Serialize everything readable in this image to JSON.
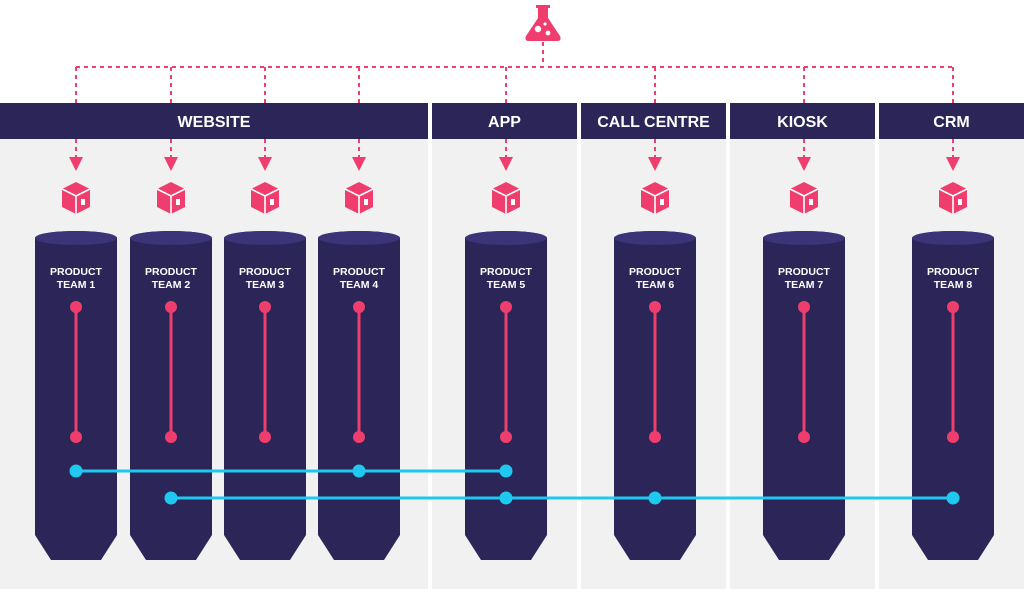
{
  "colors": {
    "header": "#2b2558",
    "column": "#2b2558",
    "panel": "#f1f1f2",
    "accent": "#ef3e6d",
    "link": "#1ec8ee",
    "text": "#ffffff"
  },
  "top_icon": "flask-icon",
  "box_icon": "package-icon",
  "channels": [
    {
      "id": "website",
      "label": "WEBSITE"
    },
    {
      "id": "app",
      "label": "APP"
    },
    {
      "id": "call-centre",
      "label": "CALL CENTRE"
    },
    {
      "id": "kiosk",
      "label": "KIOSK"
    },
    {
      "id": "crm",
      "label": "CRM"
    }
  ],
  "teams": [
    {
      "channel": "website",
      "line1": "PRODUCT",
      "line2": "TEAM 1"
    },
    {
      "channel": "website",
      "line1": "PRODUCT",
      "line2": "TEAM 2"
    },
    {
      "channel": "website",
      "line1": "PRODUCT",
      "line2": "TEAM 3"
    },
    {
      "channel": "website",
      "line1": "PRODUCT",
      "line2": "TEAM 4"
    },
    {
      "channel": "app",
      "line1": "PRODUCT",
      "line2": "TEAM 5"
    },
    {
      "channel": "call-centre",
      "line1": "PRODUCT",
      "line2": "TEAM 6"
    },
    {
      "channel": "kiosk",
      "line1": "PRODUCT",
      "line2": "TEAM 7"
    },
    {
      "channel": "crm",
      "line1": "PRODUCT",
      "line2": "TEAM 8"
    }
  ],
  "links": [
    {
      "from_team": 1,
      "to_team": 5,
      "stops": [
        1,
        4,
        5
      ]
    },
    {
      "from_team": 2,
      "to_team": 8,
      "stops": [
        2,
        5,
        6,
        8
      ]
    }
  ]
}
